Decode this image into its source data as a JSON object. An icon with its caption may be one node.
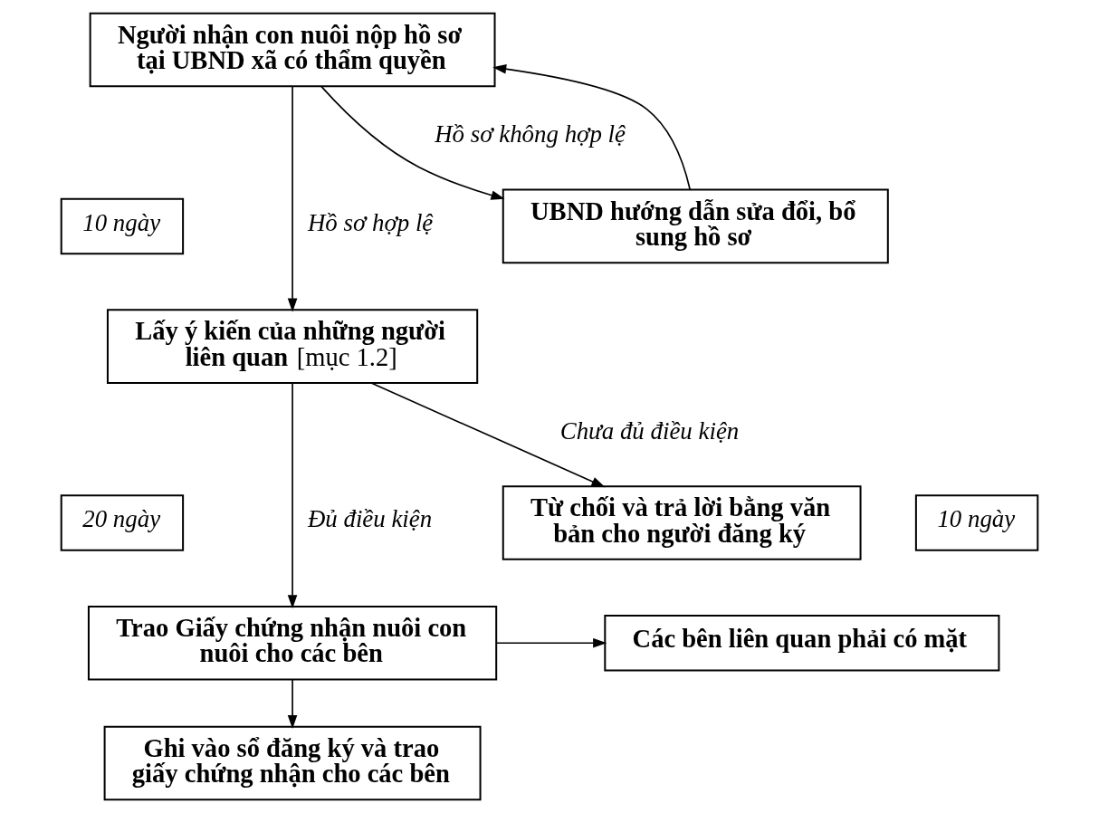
{
  "diagram": {
    "nodes": [
      {
        "text": [
          "Người nhận con nuôi nộp hồ sơ tại UBND xã có thẩm quyền"
        ]
      },
      {
        "text": [
          "UBND hướng dẫn sửa đổi, bổ sung hồ sơ"
        ]
      },
      {
        "text": [
          "10 ngày"
        ]
      },
      {
        "text": [
          "**Lấy ý kiến của những người liên quan** [mục 1.2]"
        ]
      },
      {
        "text": [
          "10 ngày"
        ]
      },
      {
        "text": [
          "Từ chối và trả lời bằng văn bản cho người đăng ký"
        ]
      },
      {
        "text": [
          "20 ngày"
        ]
      },
      {
        "text": [
          "Trao Giấy chứng nhận nuôi con nuôi cho các bên"
        ]
      },
      {
        "text": [
          "Các bên liên quan phải có mặt"
        ]
      },
      {
        "text": [
          "Ghi vào sổ đăng ký và trao giấy chứng nhận cho các bên"
        ]
      }
    ],
    "edges": [
      {
        "from": 0,
        "to": 3,
        "arrow": "to",
        "label": "Hồ sơ hợp lệ"
      },
      {
        "from": 0,
        "to": 1,
        "arrow": "to",
        "label": "Hồ sơ không hợp lệ"
      },
      {
        "from": 1,
        "to": 0,
        "arrow": "to"
      },
      {
        "from": 3,
        "to": 7,
        "arrow": "to",
        "label": "Đủ điều kiện"
      },
      {
        "from": 3,
        "to": 5,
        "arrow": "to",
        "label": "Chưa đủ điều kiện"
      },
      {
        "from": 7,
        "to": 8,
        "arrow": "to"
      },
      {
        "from": 7,
        "to": 9,
        "arrow": "to"
      }
    ]
  }
}
